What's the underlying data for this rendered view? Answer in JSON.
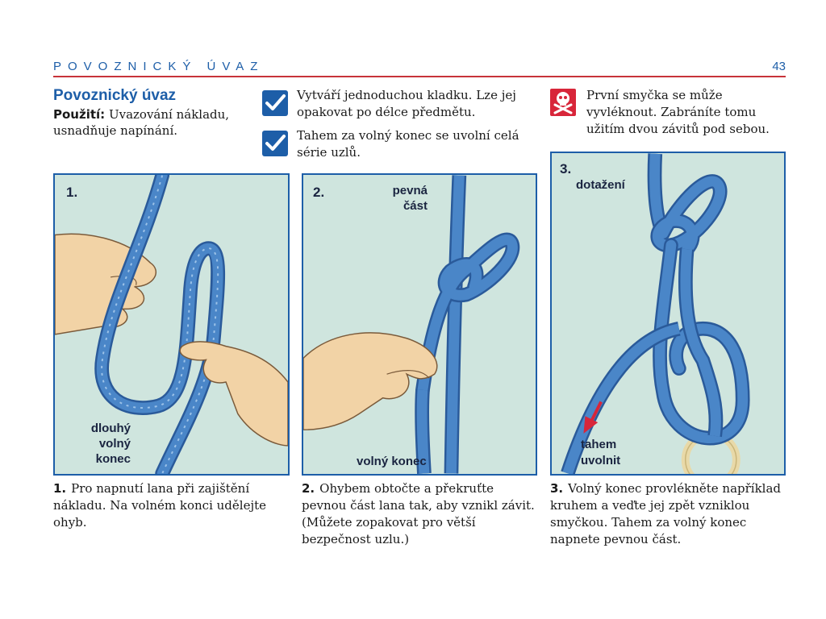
{
  "header": {
    "title": "POVOZNICKÝ ÚVAZ",
    "page_number": "43"
  },
  "intro": {
    "title": "Povoznický úvaz",
    "usage_label": "Použití:",
    "usage_text": "Uvazování nákladu, usnadňuje napínání."
  },
  "pros": [
    {
      "text": "Vytváří jednoduchou kladku. Lze jej opakovat po délce předmětu.",
      "icon": "checkmark-icon"
    },
    {
      "text": "Tahem za volný konec se uvolní celá série uzlů.",
      "icon": "checkmark-icon"
    }
  ],
  "warning": {
    "text": "První smyčka se může vyvléknout. Zabráníte tomu užitím dvou závitů pod sebou.",
    "icon": "skull-crossbones-icon"
  },
  "panels": [
    {
      "number": "1.",
      "labels": [
        "dlouhý",
        "volný",
        "konec"
      ]
    },
    {
      "number": "2.",
      "label_top": [
        "pevná",
        "část"
      ],
      "label_bottom": "volný konec"
    },
    {
      "number": "3.",
      "label_top": "dotažení",
      "label_bottom": [
        "tahem",
        "uvolnit"
      ]
    }
  ],
  "steps": [
    {
      "number": "1.",
      "text": "Pro napnutí lana při zajištění nákladu. Na volném konci udělejte ohyb."
    },
    {
      "number": "2.",
      "text": "Ohybem obtočte a překruťte pevnou část lana tak, aby vznikl závit. (Můžete zopakovat pro větší bezpečnost uzlu.)"
    },
    {
      "number": "3.",
      "text": "Volný konec provlékněte například kruhem a veďte jej zpět vzniklou smyčkou. Tahem za volný konec napnete pevnou část."
    }
  ],
  "colors": {
    "accent": "#1d5ea8",
    "rule": "#c8333a",
    "panel_bg": "#cfe5de",
    "rope": "#4a86c8",
    "skin": "#f2d3a6",
    "danger": "#d8263a"
  }
}
